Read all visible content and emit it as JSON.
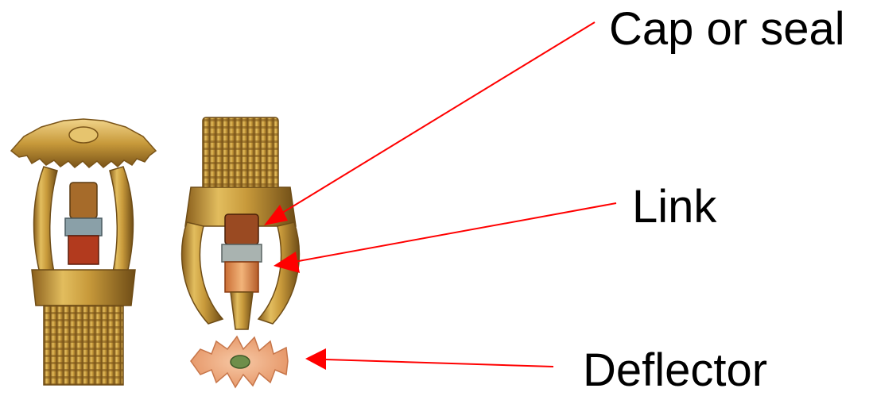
{
  "image": {
    "alt": "Two brass fire sprinkler heads",
    "subjects": [
      "upright-sprinkler",
      "pendent-sprinkler"
    ],
    "colors": {
      "brass": "#c59a3c",
      "brass_dark": "#7a5418",
      "copper": "#e8a46c",
      "arrow": "#ff0000"
    }
  },
  "callouts": [
    {
      "id": "cap",
      "label": "Cap or seal"
    },
    {
      "id": "link",
      "label": "Link"
    },
    {
      "id": "deflector",
      "label": "Deflector"
    }
  ]
}
